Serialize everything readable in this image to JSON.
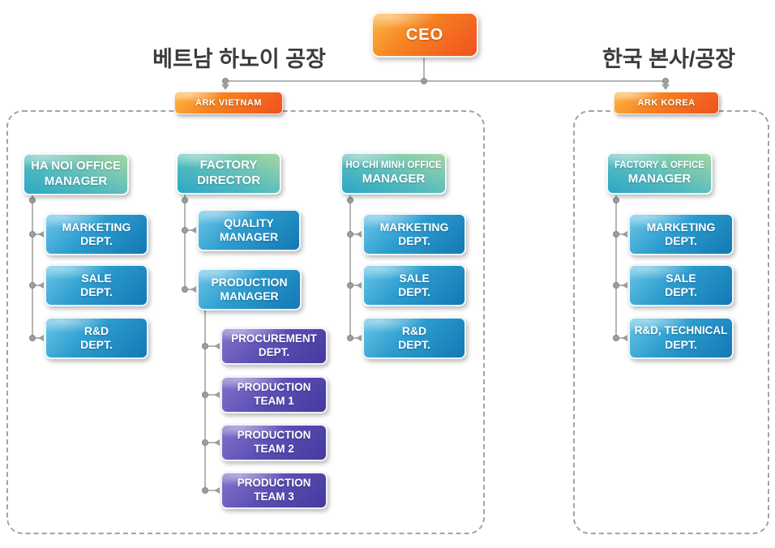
{
  "ceo": {
    "label": "CEO"
  },
  "vietnam": {
    "title": "베트남 하노이 공장",
    "tag": "ARK VIETNAM",
    "hanoi_office": {
      "manager": {
        "line1": "HA NOI OFFICE",
        "line2": "MANAGER"
      },
      "departments": [
        {
          "line1": "MARKETING",
          "line2": "DEPT."
        },
        {
          "line1": "SALE",
          "line2": "DEPT."
        },
        {
          "line1": "R&D",
          "line2": "DEPT."
        }
      ]
    },
    "factory": {
      "manager": {
        "line1": "FACTORY",
        "line2": "DIRECTOR"
      },
      "managers": [
        {
          "line1": "QUALITY",
          "line2": "MANAGER"
        },
        {
          "line1": "PRODUCTION",
          "line2": "MANAGER"
        }
      ],
      "production_units": [
        {
          "line1": "PROCUREMENT",
          "line2": "DEPT."
        },
        {
          "line1": "PRODUCTION",
          "line2": "TEAM 1"
        },
        {
          "line1": "PRODUCTION",
          "line2": "TEAM 2"
        },
        {
          "line1": "PRODUCTION",
          "line2": "TEAM 3"
        }
      ]
    },
    "hcm_office": {
      "manager": {
        "line1": "HO CHI MINH OFFICE",
        "line2": "MANAGER"
      },
      "departments": [
        {
          "line1": "MARKETING",
          "line2": "DEPT."
        },
        {
          "line1": "SALE",
          "line2": "DEPT."
        },
        {
          "line1": "R&D",
          "line2": "DEPT."
        }
      ]
    }
  },
  "korea": {
    "title": "한국 본사/공장",
    "tag": "ARK KOREA",
    "office": {
      "manager": {
        "line1": "FACTORY & OFFICE",
        "line2": "MANAGER"
      },
      "departments": [
        {
          "line1": "MARKETING",
          "line2": "DEPT."
        },
        {
          "line1": "SALE",
          "line2": "DEPT."
        },
        {
          "line1": "R&D, TECHNICAL",
          "line2": "DEPT."
        }
      ]
    }
  },
  "colors": {
    "orange_accent": "#F1511F",
    "teal_manager": "#2BA7C6",
    "blue_dept": "#1478B4",
    "purple_team": "#443A9E",
    "connector_gray": "#9E9E9E"
  }
}
